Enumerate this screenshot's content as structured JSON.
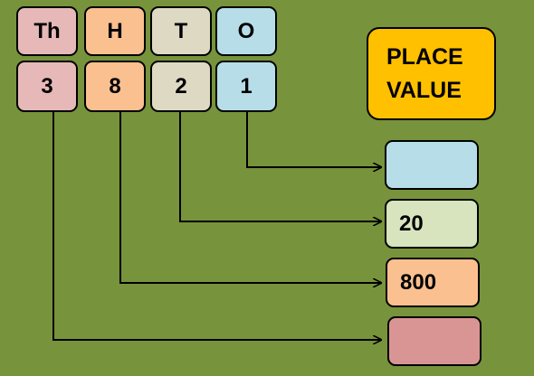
{
  "headers": [
    "Th",
    "H",
    "T",
    "O"
  ],
  "digits": [
    "3",
    "8",
    "2",
    "1"
  ],
  "title": {
    "line1": "PLACE",
    "line2": "VALUE"
  },
  "answers": {
    "ones": "",
    "tens": "20",
    "hundreds": "800",
    "thousands": ""
  },
  "colors": {
    "background": "#77933c",
    "thousands": "#e6b9b8",
    "hundreds": "#fac090",
    "tens": "#ddd9c3",
    "ones": "#b7dee8",
    "title": "#ffc000",
    "answer_ones": "#b7dee8",
    "answer_tens": "#d7e4bd",
    "answer_hundreds": "#fac090",
    "answer_thousands": "#d99594"
  }
}
